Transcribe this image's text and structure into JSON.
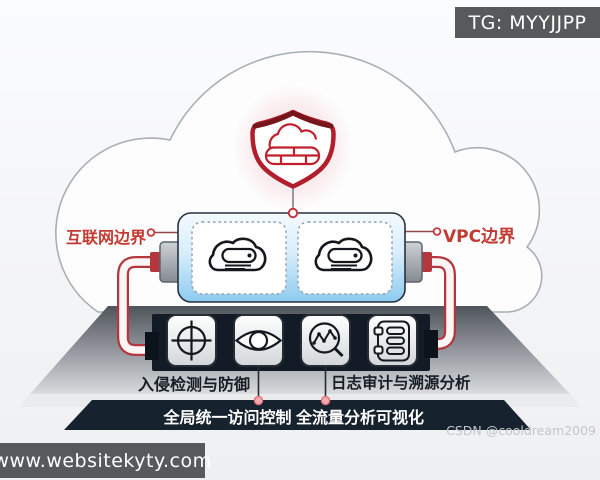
{
  "banners": {
    "tg_label": "TG: MYYJJPP",
    "website_label": "www.websitekyty.com",
    "watermark_label": "CSDN @cooldream2009"
  },
  "diagram": {
    "left_boundary_label": "互联网边界",
    "right_boundary_label": "VPC边界",
    "intrusion_label": "入侵检测与防御",
    "audit_label": "日志审计与溯源分析",
    "access_label": "全局统一访问控制",
    "traffic_label": "全流量分析可视化",
    "icons": [
      "shield-cloud-firewall-icon",
      "cloud-server-icon",
      "cloud-server-icon",
      "crosshair-icon",
      "eye-icon",
      "chart-magnifier-icon",
      "log-list-icon"
    ],
    "colors": {
      "shield_red": "#b01f2b",
      "pipe_red": "#b5373e",
      "label_red": "#c23b33",
      "blue_box_fill": "#8ccbf0",
      "navy_bar": "#16222e",
      "banner_gray": "#58595b"
    }
  }
}
